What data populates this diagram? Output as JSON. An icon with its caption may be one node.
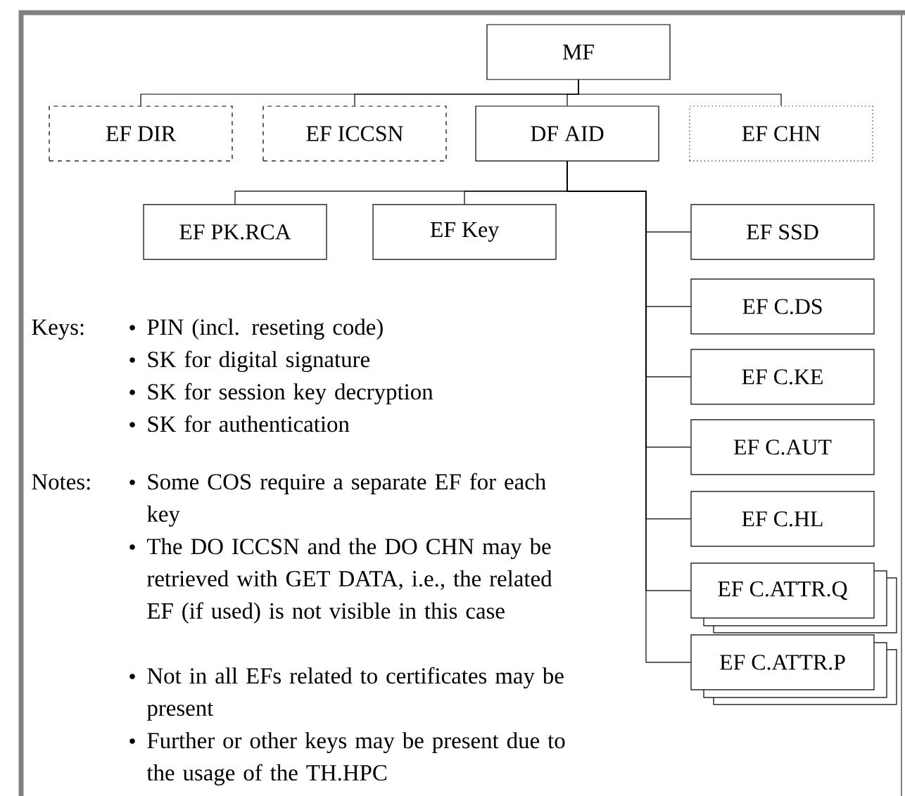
{
  "diagram": {
    "nodes": [
      {
        "text": [
          "MF"
        ]
      },
      {
        "text": [
          "EF DIR"
        ]
      },
      {
        "text": [
          "EF ICCSN"
        ]
      },
      {
        "text": [
          "DF AID"
        ]
      },
      {
        "text": [
          "EF CHN"
        ]
      },
      {
        "text": [
          "EF PK.RCA"
        ]
      },
      {
        "text": [
          "EF Key"
        ]
      },
      {
        "text": [
          "EF SSD"
        ]
      },
      {
        "text": [
          "EF C.DS"
        ]
      },
      {
        "text": [
          "EF C.KE"
        ]
      },
      {
        "text": [
          "EF C.AUT"
        ]
      },
      {
        "text": [
          "EF C.HL"
        ]
      },
      {
        "text": [
          "EF C.ATTR.Q"
        ]
      },
      {
        "text": [
          "EF C.ATTR.P"
        ]
      }
    ],
    "edges": [
      {
        "from": 0,
        "to": 1,
        "arrow": "none"
      },
      {
        "from": 0,
        "to": 2,
        "arrow": "none"
      },
      {
        "from": 0,
        "to": 3,
        "arrow": "none"
      },
      {
        "from": 0,
        "to": 4,
        "arrow": "none"
      },
      {
        "from": 3,
        "to": 5,
        "arrow": "none"
      },
      {
        "from": 3,
        "to": 6,
        "arrow": "none"
      },
      {
        "from": 3,
        "to": 7,
        "arrow": "none"
      },
      {
        "from": 3,
        "to": 8,
        "arrow": "none"
      },
      {
        "from": 3,
        "to": 9,
        "arrow": "none"
      },
      {
        "from": 3,
        "to": 10,
        "arrow": "none"
      },
      {
        "from": 3,
        "to": 11,
        "arrow": "none"
      },
      {
        "from": 3,
        "to": 12,
        "arrow": "none"
      },
      {
        "from": 3,
        "to": 13,
        "arrow": "none"
      }
    ],
    "labels": [
      "Keys:",
      "PIN (incl. reseting code)",
      "SK for digital signature",
      "SK for session key decryption",
      "SK for authentication",
      "Notes:",
      "Some COS require a separate EF for each key",
      "The DO ICCSN and the DO CHN may be retrieved with GET DATA, i.e., the related EF (if used) is not visible in this case",
      "Not in all EFs related to certificates may be present",
      "Further or other keys may be present due to the usage of the TH.HPC"
    ]
  }
}
